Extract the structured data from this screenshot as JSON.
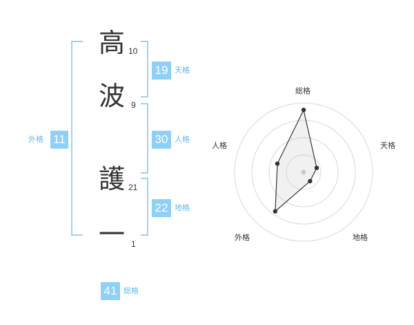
{
  "name": {
    "chars": [
      {
        "char": "高",
        "strokes": "10"
      },
      {
        "char": "波",
        "strokes": "9"
      },
      {
        "char": "護",
        "strokes": "21"
      },
      {
        "char": "一",
        "strokes": "1"
      }
    ]
  },
  "fortune": {
    "tenkaku": {
      "value": "19",
      "label": "天格"
    },
    "jinkaku": {
      "value": "30",
      "label": "人格"
    },
    "chikaku": {
      "value": "22",
      "label": "地格"
    },
    "gaikaku": {
      "value": "11",
      "label": "外格"
    },
    "soukaku": {
      "value": "41",
      "label": "総格"
    }
  },
  "colors": {
    "accent": "#8fd0f8",
    "accent_text": "#64b8ea",
    "bracket": "#7cc4f2"
  },
  "chart_data": {
    "type": "radar",
    "axes": [
      "総格",
      "天格",
      "地格",
      "外格",
      "人格"
    ],
    "values": [
      4.5,
      1.0,
      0.8,
      3.5,
      2.0
    ],
    "max": 5,
    "rings": 4
  }
}
